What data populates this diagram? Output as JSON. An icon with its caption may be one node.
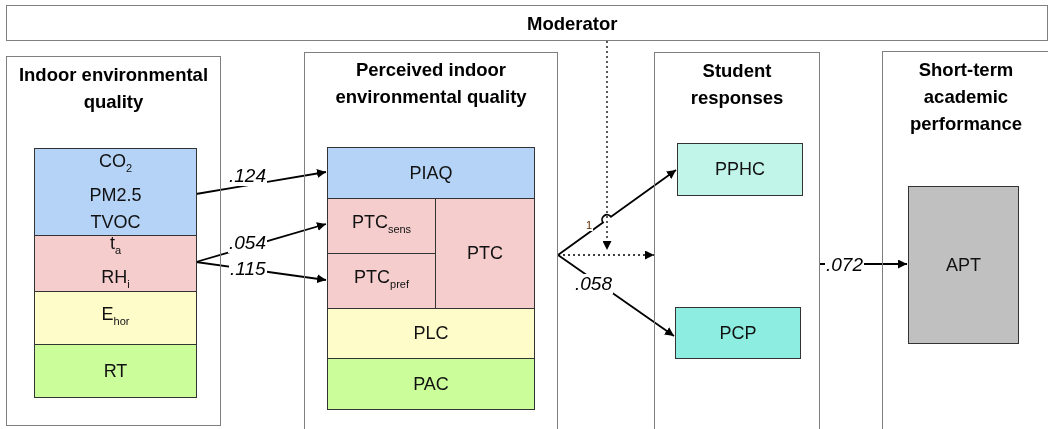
{
  "diagram": {
    "nodes": [
      {
        "text": [
          "Moderator"
        ]
      },
      {
        "text": [
          "Indoor environmental quality"
        ]
      },
      {
        "text": [
          "CO$_{2}$",
          "PM2.5",
          "TVOC"
        ],
        "in": 1
      },
      {
        "text": [
          "t$_{a}$",
          "RH$_{i}$"
        ],
        "in": 1
      },
      {
        "text": [
          "E$_{hor}$"
        ],
        "in": 1
      },
      {
        "text": [
          "RT"
        ],
        "in": 1
      },
      {
        "text": [
          "Perceived indoor environmental quality"
        ]
      },
      {
        "text": [
          "PIAQ"
        ],
        "in": 6
      },
      {
        "text": [
          "PTC$_{sens}$"
        ],
        "in": 6
      },
      {
        "text": [
          "PTC$_{pref}$"
        ],
        "in": 6
      },
      {
        "text": [
          "PTC"
        ],
        "in": 6
      },
      {
        "text": [
          "PLC"
        ],
        "in": 6
      },
      {
        "text": [
          "PAC"
        ],
        "in": 6
      },
      {
        "text": [
          "Student responses"
        ]
      },
      {
        "text": [
          "PPHC"
        ],
        "in": 13
      },
      {
        "text": [
          "PCP"
        ],
        "in": 13
      },
      {
        "text": [
          "Short-term academic performance"
        ]
      },
      {
        "text": [
          "APT"
        ],
        "in": 16
      }
    ],
    "edges": [
      {
        "from": 2,
        "to": 7,
        "arrow": "to",
        "label": ".124"
      },
      {
        "from": 3,
        "to": 8,
        "arrow": "to",
        "label": ".054"
      },
      {
        "from": 3,
        "to": 9,
        "arrow": "to",
        "label": ".115"
      },
      {
        "from": 6,
        "to": 14,
        "arrow": "to",
        "label": "1"
      },
      {
        "from": 6,
        "to": 15,
        "arrow": "to",
        "label": ".058"
      },
      {
        "from": 6,
        "to": 13,
        "arrow": "to",
        "style": "dashed"
      },
      {
        "from": 0,
        "to": null,
        "arrow": "to",
        "style": "dashed"
      },
      {
        "from": 13,
        "to": 17,
        "arrow": "to",
        "label": ".072"
      }
    ]
  }
}
